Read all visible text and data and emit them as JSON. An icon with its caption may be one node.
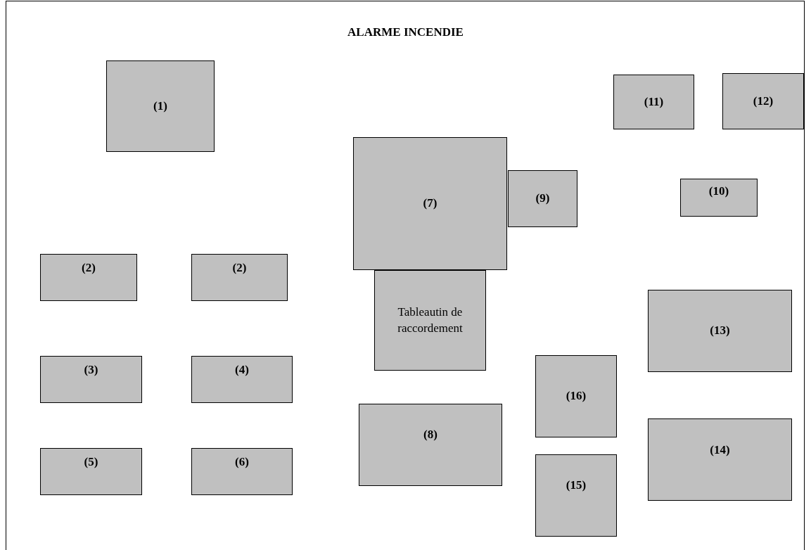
{
  "diagram": {
    "title": "ALARME INCENDIE",
    "nodes": [
      {
        "text": [
          "(1)"
        ]
      },
      {
        "text": [
          "(11)"
        ]
      },
      {
        "text": [
          "(12)"
        ]
      },
      {
        "text": [
          "(7)"
        ]
      },
      {
        "text": [
          "(9)"
        ]
      },
      {
        "text": [
          "(10)"
        ]
      },
      {
        "text": [
          "(2)"
        ]
      },
      {
        "text": [
          "(2)"
        ]
      },
      {
        "text": [
          "Tableautin de raccordement"
        ]
      },
      {
        "text": [
          "(13)"
        ]
      },
      {
        "text": [
          "(16)"
        ]
      },
      {
        "text": [
          "(3)"
        ]
      },
      {
        "text": [
          "(4)"
        ]
      },
      {
        "text": [
          "(8)"
        ]
      },
      {
        "text": [
          "(14)"
        ]
      },
      {
        "text": [
          "(5)"
        ]
      },
      {
        "text": [
          "(6)"
        ]
      },
      {
        "text": [
          "(15)"
        ]
      }
    ]
  }
}
